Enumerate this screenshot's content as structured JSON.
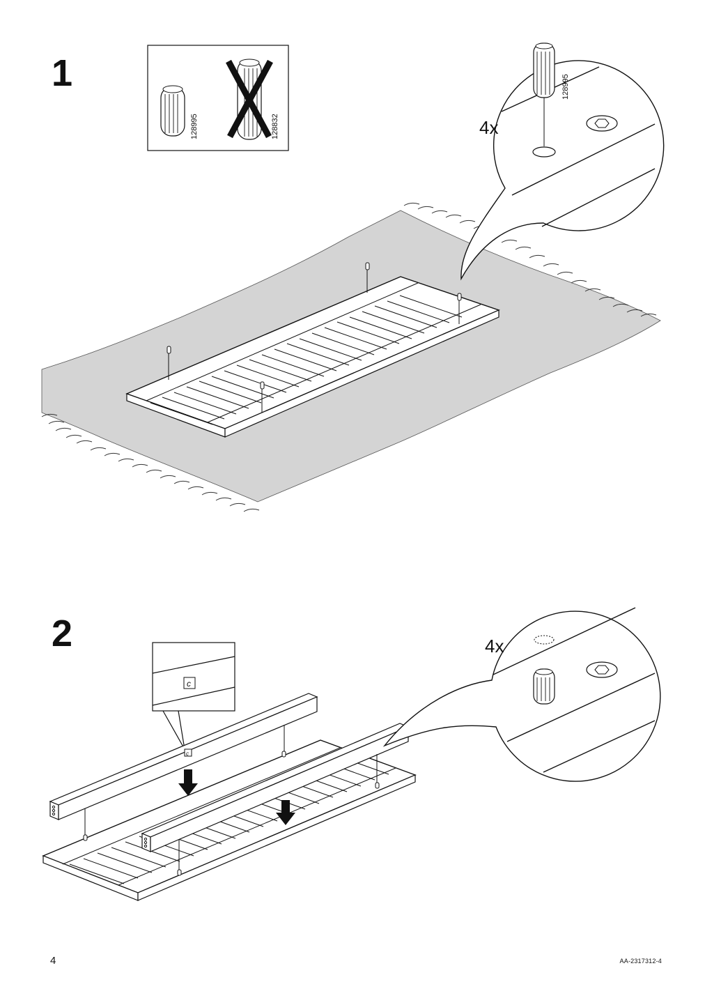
{
  "page": {
    "number": "4",
    "doc_code": "AA-2317312-4"
  },
  "steps": [
    {
      "number": "1",
      "part_ok": "128995",
      "part_wrong": "128832",
      "detail_part": "128995",
      "quantity": "4x"
    },
    {
      "number": "2",
      "quantity": "4x",
      "part_label": "c"
    }
  ]
}
